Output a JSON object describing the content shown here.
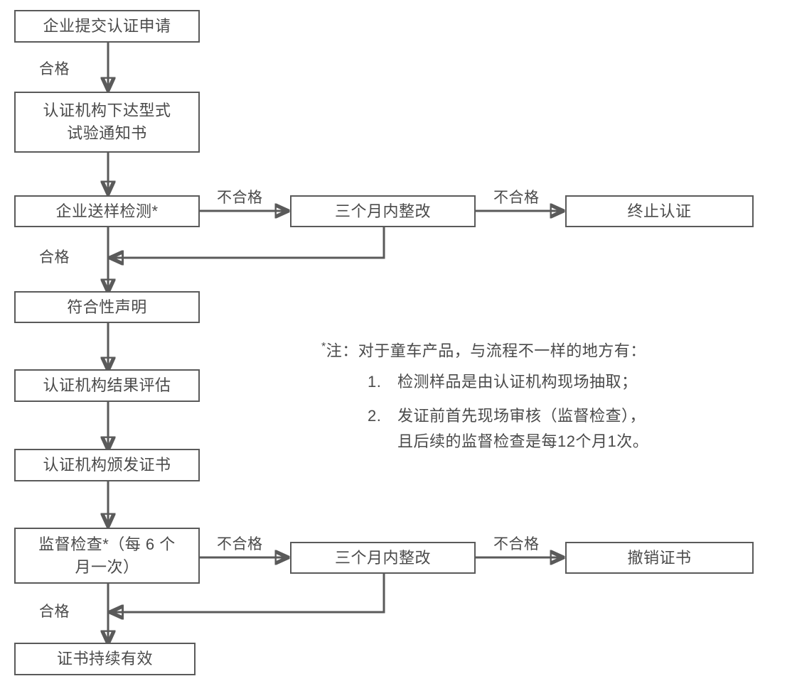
{
  "diagram": {
    "title_text": "",
    "colors": {
      "box_border": "#5a5a5a",
      "text": "#4a4a4a",
      "connector": "#5a5a5a",
      "background": "#ffffff"
    },
    "nodes": [
      {
        "id": "apply",
        "label": "企业提交认证申请"
      },
      {
        "id": "notice",
        "label": "认证机构下达型式\n试验通知书"
      },
      {
        "id": "sample_test",
        "label": "企业送样检测*"
      },
      {
        "id": "rectify_top",
        "label": "三个月内整改"
      },
      {
        "id": "terminate",
        "label": "终止认证"
      },
      {
        "id": "declaration",
        "label": "符合性声明"
      },
      {
        "id": "evaluation",
        "label": "认证机构结果评估"
      },
      {
        "id": "issue_cert",
        "label": "认证机构颁发证书"
      },
      {
        "id": "supervision",
        "label": "监督检查*（每 6 个\n月一次）"
      },
      {
        "id": "rectify_bottom",
        "label": "三个月内整改"
      },
      {
        "id": "revoke",
        "label": "撤销证书"
      },
      {
        "id": "valid_cert",
        "label": "证书持续有效"
      }
    ],
    "edge_labels": [
      {
        "id": "pass-1",
        "text": "合格"
      },
      {
        "id": "fail-1",
        "text": "不合格"
      },
      {
        "id": "fail-2",
        "text": "不合格"
      },
      {
        "id": "pass-2",
        "text": "合格"
      },
      {
        "id": "fail-3",
        "text": "不合格"
      },
      {
        "id": "fail-4",
        "text": "不合格"
      },
      {
        "id": "pass-3",
        "text": "合格"
      }
    ]
  },
  "note": {
    "star": "*",
    "heading": "注：对于童车产品，与流程不一样的地方有：",
    "items": [
      {
        "num": "1.",
        "text": "检测样品是由认证机构现场抽取；"
      },
      {
        "num": "2.",
        "text": "发证前首先现场审核（监督检查），"
      },
      {
        "num": "",
        "text": "且后续的监督检查是每12个月1次。"
      }
    ]
  }
}
